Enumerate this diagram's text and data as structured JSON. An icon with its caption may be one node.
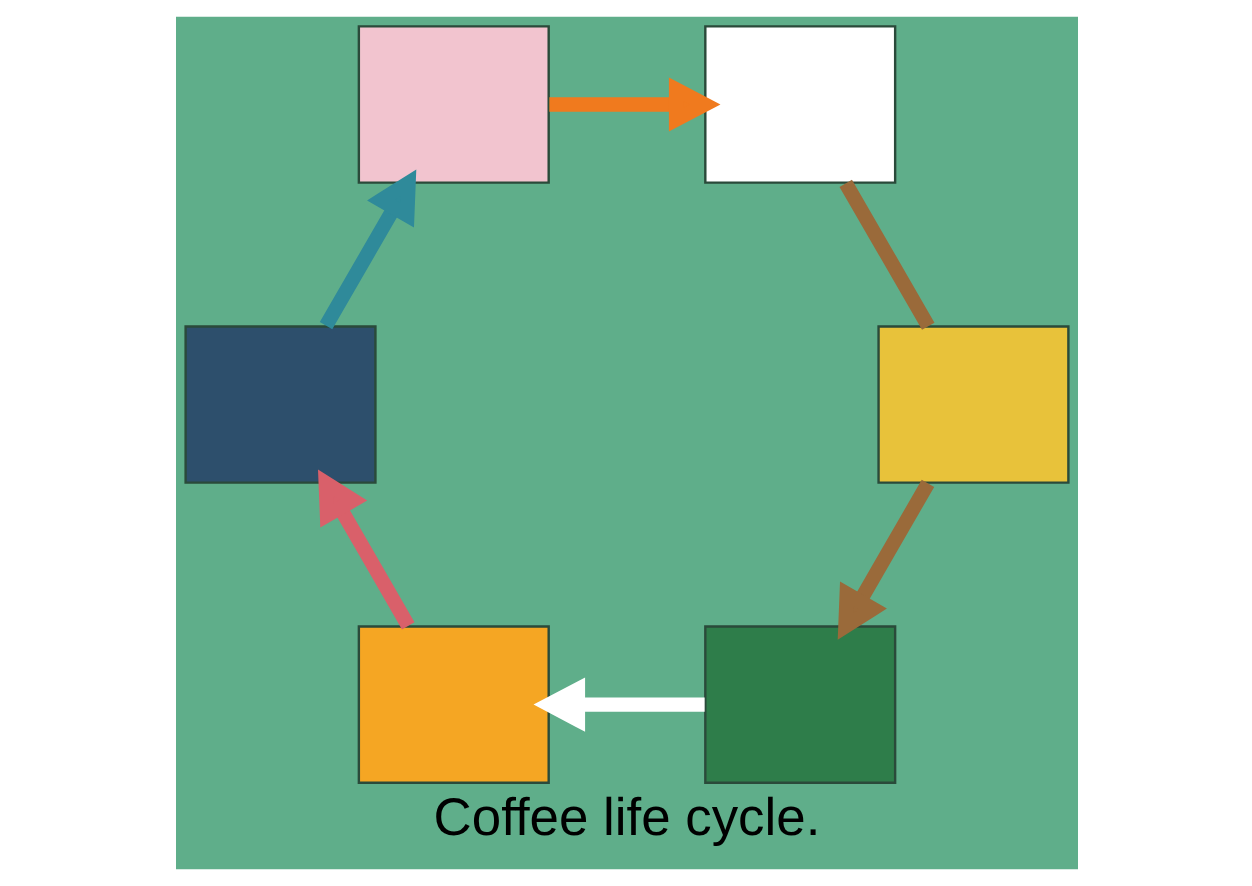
{
  "diagram": {
    "title": "Coffee life cycle.",
    "nodes": [
      {
        "text": [],
        "shape": "box"
      },
      {
        "text": [],
        "shape": "box"
      },
      {
        "text": [],
        "shape": "box"
      },
      {
        "text": [],
        "shape": "box"
      },
      {
        "text": [],
        "shape": "box"
      },
      {
        "text": [],
        "shape": "box"
      }
    ],
    "edges": [
      {
        "from": 0,
        "to": 1,
        "arrow": "to",
        "color": "#ffffff"
      },
      {
        "from": 1,
        "to": 2,
        "arrow": "to",
        "color": "#d9606a"
      },
      {
        "from": 2,
        "to": 3,
        "arrow": "to",
        "color": "#2f8a9a"
      },
      {
        "from": 3,
        "to": 4,
        "arrow": "to",
        "color": "#f07a1e"
      },
      {
        "from": 4,
        "to": 5,
        "arrow": "none",
        "color": "#9a6a3a"
      },
      {
        "from": 5,
        "to": 0,
        "arrow": "to",
        "color": "#9a6a3a"
      }
    ]
  }
}
